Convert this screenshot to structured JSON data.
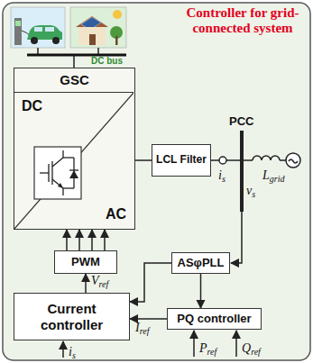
{
  "diagram": {
    "title": "Controller for grid-connected system",
    "nodes": [
      {
        "text": [
          "GSC"
        ]
      },
      {
        "text": [
          "DC",
          "AC"
        ],
        "in": 0
      },
      {
        "text": [
          "LCL Filter"
        ]
      },
      {
        "text": [
          "PWM"
        ]
      },
      {
        "text": [
          "Current controller"
        ]
      },
      {
        "text": [
          "ASφPLL"
        ]
      },
      {
        "text": [
          "PQ controller"
        ]
      }
    ],
    "edges": [
      {
        "from": 0,
        "to": 2,
        "arrow": "none"
      },
      {
        "from": 3,
        "to": 0,
        "arrow": "to"
      },
      {
        "from": 4,
        "to": 3,
        "arrow": "to",
        "label": "Vref"
      },
      {
        "from": 5,
        "to": 4,
        "arrow": "to"
      },
      {
        "from": 5,
        "to": 6,
        "arrow": "to"
      },
      {
        "from": 6,
        "to": 4,
        "arrow": "to",
        "label": "Iref"
      }
    ],
    "labels": [
      "DC bus",
      "PCC",
      "is",
      "vs",
      "Lgrid",
      "is",
      "Pref",
      "Qref"
    ]
  }
}
